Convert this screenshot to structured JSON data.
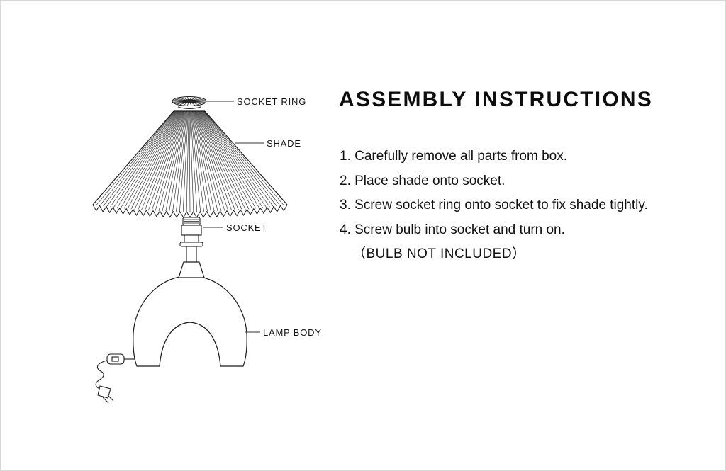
{
  "page": {
    "background": "#ffffff",
    "line_color": "#1a1a1a"
  },
  "diagram": {
    "labels": {
      "socket_ring": "SOCKET RING",
      "shade": "SHADE",
      "socket": "SOCKET",
      "lamp_body": "LAMP BODY"
    }
  },
  "instructions": {
    "title": "ASSEMBLY INSTRUCTIONS",
    "steps": [
      "1. Carefully remove all parts from box.",
      "2. Place shade onto socket.",
      "3. Screw socket ring onto socket to fix shade tightly.",
      "4. Screw bulb into socket and turn on."
    ],
    "note": "（BULB NOT INCLUDED）"
  }
}
